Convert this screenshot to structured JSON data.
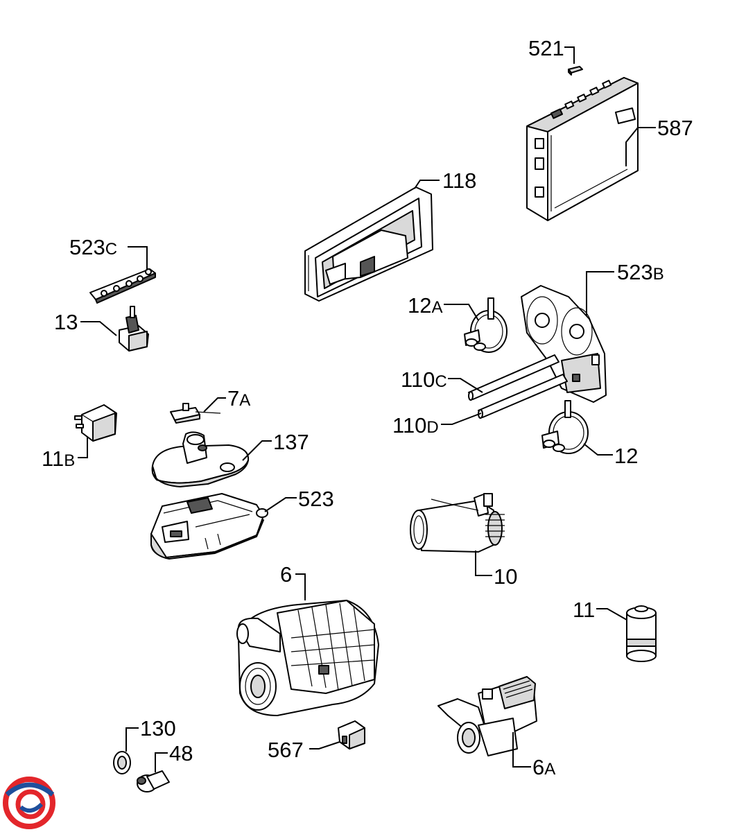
{
  "labels": {
    "p521": {
      "num": "521",
      "sfx": ""
    },
    "p587": {
      "num": "587",
      "sfx": ""
    },
    "p118": {
      "num": "118",
      "sfx": ""
    },
    "p523c": {
      "num": "523",
      "sfx": "C"
    },
    "p523b": {
      "num": "523",
      "sfx": "B"
    },
    "p13": {
      "num": "13",
      "sfx": ""
    },
    "p12a": {
      "num": "12",
      "sfx": "A"
    },
    "p110c": {
      "num": "110",
      "sfx": "C"
    },
    "p110d": {
      "num": "110",
      "sfx": "D"
    },
    "p7a": {
      "num": "7",
      "sfx": "A"
    },
    "p11b": {
      "num": "11",
      "sfx": "B"
    },
    "p137": {
      "num": "137",
      "sfx": ""
    },
    "p12": {
      "num": "12",
      "sfx": ""
    },
    "p523": {
      "num": "523",
      "sfx": ""
    },
    "p10": {
      "num": "10",
      "sfx": ""
    },
    "p6": {
      "num": "6",
      "sfx": ""
    },
    "p11": {
      "num": "11",
      "sfx": ""
    },
    "p130": {
      "num": "130",
      "sfx": ""
    },
    "p48": {
      "num": "48",
      "sfx": ""
    },
    "p567": {
      "num": "567",
      "sfx": ""
    },
    "p6a": {
      "num": "6",
      "sfx": "A"
    }
  },
  "colors": {
    "logo_red": "#e3262b",
    "logo_blue": "#1f4f9c"
  }
}
